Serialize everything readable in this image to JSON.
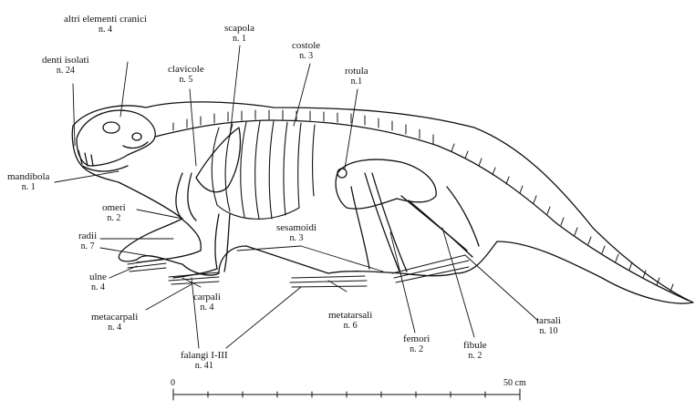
{
  "labels": {
    "altri_elementi_cranici": {
      "name": "altri elementi cranici",
      "count": "n. 4"
    },
    "scapola": {
      "name": "scapola",
      "count": "n. 1"
    },
    "costole": {
      "name": "costole",
      "count": "n. 3"
    },
    "denti_isolati": {
      "name": "denti isolati",
      "count": "n. 24"
    },
    "clavicole": {
      "name": "clavicole",
      "count": "n. 5"
    },
    "rotula": {
      "name": "rotula",
      "count": "n.1"
    },
    "mandibola": {
      "name": "mandibola",
      "count": "n. 1"
    },
    "omeri": {
      "name": "omeri",
      "count": "n. 2"
    },
    "radii": {
      "name": "radii",
      "count": "n. 7"
    },
    "sesamoidi": {
      "name": "sesamoidi",
      "count": "n. 3"
    },
    "ulne": {
      "name": "ulne",
      "count": "n. 4"
    },
    "carpali": {
      "name": "carpali",
      "count": "n. 4"
    },
    "metacarpali": {
      "name": "metacarpali",
      "count": "n. 4"
    },
    "metatarsali": {
      "name": "metatarsali",
      "count": "n. 6"
    },
    "tarsali": {
      "name": "tarsali",
      "count": "n. 10"
    },
    "femori": {
      "name": "femori",
      "count": "n. 2"
    },
    "fibule": {
      "name": "fibule",
      "count": "n. 2"
    },
    "falangi": {
      "name": "falangi I-III",
      "count": "n. 41"
    }
  },
  "scale": {
    "start": "0",
    "end": "50 cm"
  },
  "colors": {
    "ink": "#111111",
    "background": "#ffffff"
  }
}
